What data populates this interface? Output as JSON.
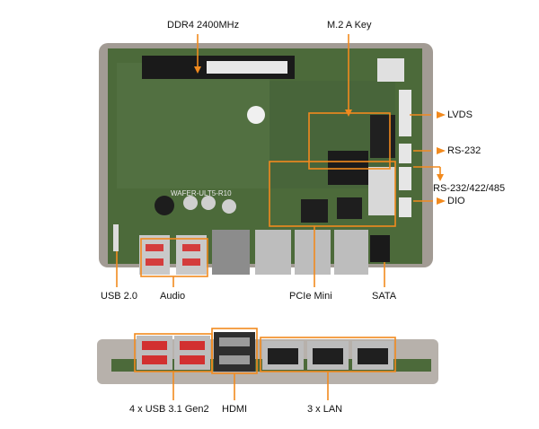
{
  "top_labels": {
    "ddr4": "DDR4 2400MHz",
    "m2": "M.2 A Key",
    "lvds": "LVDS",
    "rs232": "RS-232",
    "rs232_422_485": "RS-232/422/485",
    "dio": "DIO",
    "usb20": "USB 2.0",
    "audio": "Audio",
    "pcie_mini": "PCIe Mini",
    "sata": "SATA"
  },
  "board": {
    "silkscreen": "WAFER-ULT5-R10"
  },
  "bottom_labels": {
    "usb31": "4 x USB 3.1 Gen2",
    "hdmi": "HDMI",
    "lan": "3 x LAN"
  },
  "colors": {
    "callout": "#f28a1e",
    "pcb": "#4a6b3b",
    "metal": "#9a9590"
  }
}
